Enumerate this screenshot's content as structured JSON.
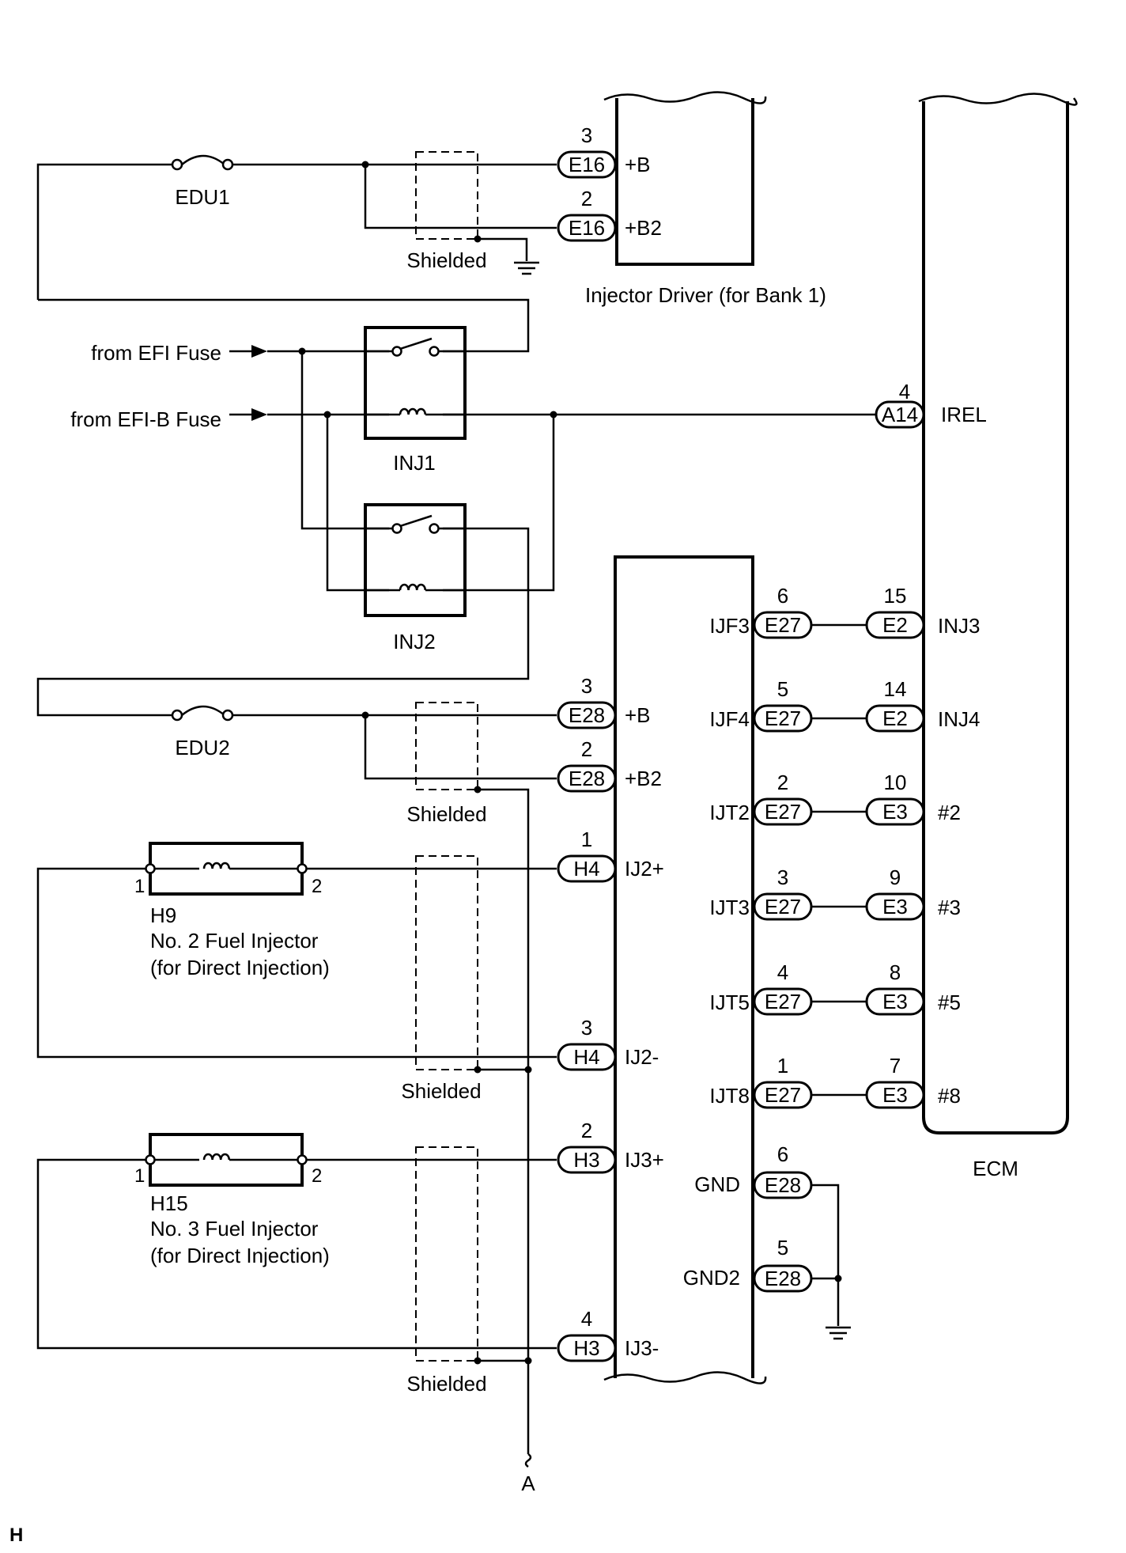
{
  "fuses": {
    "edu1": "EDU1",
    "edu2": "EDU2"
  },
  "sources": {
    "efi": "from EFI Fuse",
    "efi_b": "from EFI-B Fuse"
  },
  "relays": {
    "inj1": "INJ1",
    "inj2": "INJ2"
  },
  "shielded": "Shielded",
  "injector_driver_label": "Injector Driver (for Bank 1)",
  "ecm_label": "ECM",
  "ground_ref": "A",
  "page_marker": "H",
  "driver_top": {
    "pins": [
      {
        "num": "3",
        "conn": "E16",
        "sig": "+B"
      },
      {
        "num": "2",
        "conn": "E16",
        "sig": "+B2"
      }
    ]
  },
  "ecm_irel": {
    "num": "4",
    "conn": "A14",
    "sig": "IREL"
  },
  "driver_left": {
    "pins": [
      {
        "num": "3",
        "conn": "E28",
        "sig": "+B"
      },
      {
        "num": "2",
        "conn": "E28",
        "sig": "+B2"
      },
      {
        "num": "1",
        "conn": "H4",
        "sig": "IJ2+"
      },
      {
        "num": "3",
        "conn": "H4",
        "sig": "IJ2-"
      },
      {
        "num": "2",
        "conn": "H3",
        "sig": "IJ3+"
      },
      {
        "num": "4",
        "conn": "H3",
        "sig": "IJ3-"
      }
    ]
  },
  "driver_ecm_links": [
    {
      "sig": "IJF3",
      "dnum": "6",
      "dconn": "E27",
      "enum": "15",
      "econn": "E2",
      "esig": "INJ3"
    },
    {
      "sig": "IJF4",
      "dnum": "5",
      "dconn": "E27",
      "enum": "14",
      "econn": "E2",
      "esig": "INJ4"
    },
    {
      "sig": "IJT2",
      "dnum": "2",
      "dconn": "E27",
      "enum": "10",
      "econn": "E3",
      "esig": "#2"
    },
    {
      "sig": "IJT3",
      "dnum": "3",
      "dconn": "E27",
      "enum": "9",
      "econn": "E3",
      "esig": "#3"
    },
    {
      "sig": "IJT5",
      "dnum": "4",
      "dconn": "E27",
      "enum": "8",
      "econn": "E3",
      "esig": "#5"
    },
    {
      "sig": "IJT8",
      "dnum": "1",
      "dconn": "E27",
      "enum": "7",
      "econn": "E3",
      "esig": "#8"
    }
  ],
  "grounds": [
    {
      "sig": "GND",
      "num": "6",
      "conn": "E28"
    },
    {
      "sig": "GND2",
      "num": "5",
      "conn": "E28"
    }
  ],
  "injectors": [
    {
      "id": "H9",
      "name": "No. 2 Fuel Injector",
      "note": "(for Direct Injection)",
      "pin1": "1",
      "pin2": "2"
    },
    {
      "id": "H15",
      "name": "No. 3 Fuel Injector",
      "note": "(for Direct Injection)",
      "pin1": "1",
      "pin2": "2"
    }
  ]
}
